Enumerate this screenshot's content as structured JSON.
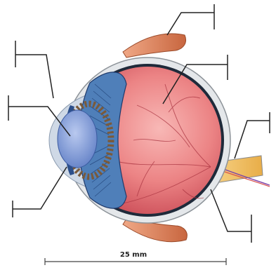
{
  "diagram": {
    "scale_bar": {
      "label": "25 mm"
    },
    "label_pointers": [
      {
        "id": "top-muscle",
        "text": ""
      },
      {
        "id": "cornea",
        "text": ""
      },
      {
        "id": "lens",
        "text": ""
      },
      {
        "id": "iris",
        "text": ""
      },
      {
        "id": "retina-vessels",
        "text": ""
      },
      {
        "id": "optic-nerve",
        "text": ""
      },
      {
        "id": "sclera",
        "text": ""
      }
    ],
    "colors": {
      "vitreous": "#e8767c",
      "choroid_band": "#1f2a3a",
      "sclera": "#e4e7ea",
      "ciliary": "#4f7fb9",
      "lens": "#7c99d6",
      "cornea": "#cfd9e6",
      "muscle": "#d97d59",
      "optic_nerve": "#f3c46b",
      "leader": "#222222"
    }
  }
}
